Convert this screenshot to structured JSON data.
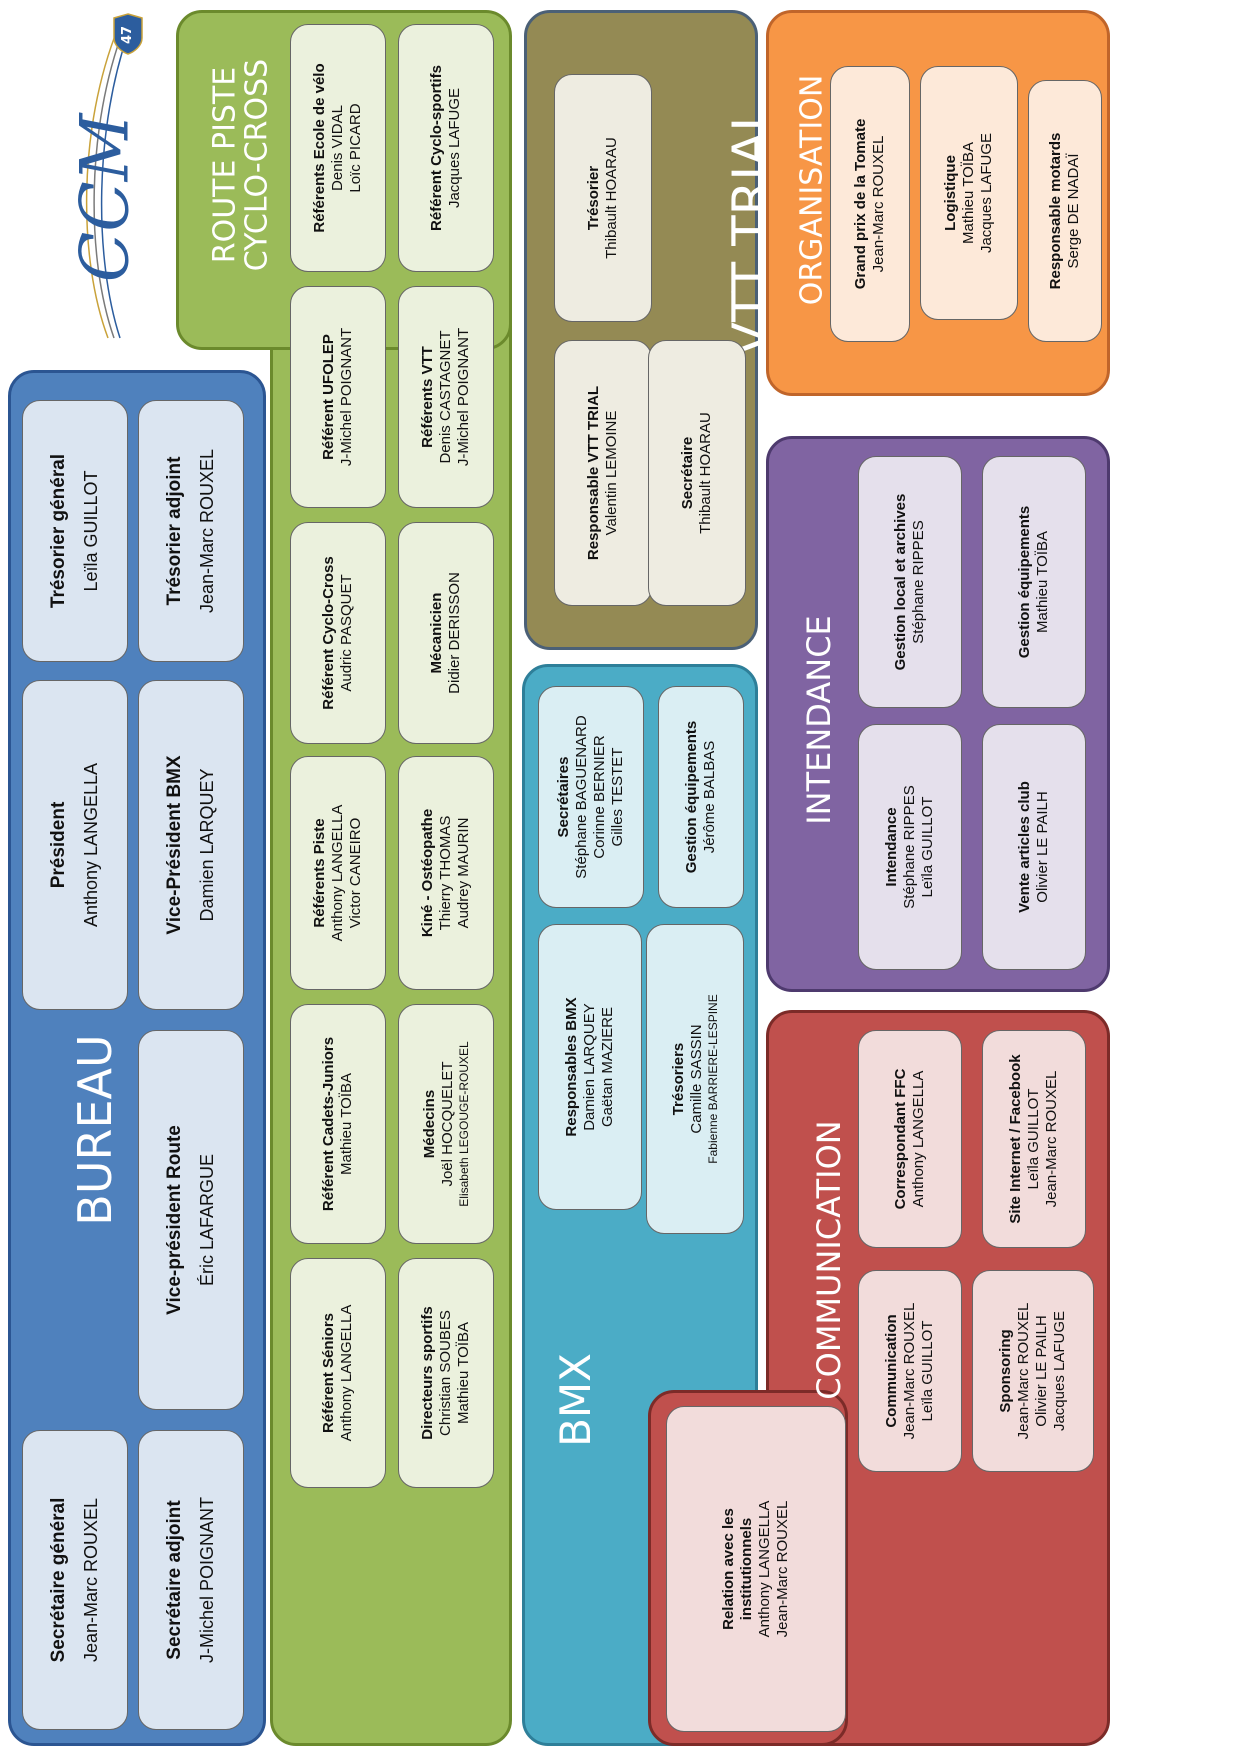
{
  "logo": {
    "text": "CCM",
    "badge": "47"
  },
  "bureau": {
    "title": "BUREAU",
    "cards": [
      {
        "title": "Secrétaire général",
        "names": [
          "Jean-Marc ROUXEL"
        ]
      },
      {
        "title": "Secrétaire adjoint",
        "names": [
          "J-Michel POIGNANT"
        ]
      },
      {
        "title": "Vice-président Route",
        "names": [
          "Éric LAFARGUE"
        ]
      },
      {
        "title": "Président",
        "names": [
          "Anthony LANGELLA"
        ]
      },
      {
        "title": "Vice-Président BMX",
        "names": [
          "Damien LARQUEY"
        ]
      },
      {
        "title": "Trésorier général",
        "names": [
          "Leïla GUILLOT"
        ]
      },
      {
        "title": "Trésorier adjoint",
        "names": [
          "Jean-Marc ROUXEL"
        ]
      }
    ]
  },
  "route": {
    "title_line1": "ROUTE  PISTE",
    "title_line2": "CYCLO-CROSS",
    "cards": [
      {
        "title": "Référents Ecole de vélo",
        "names": [
          "Denis VIDAL",
          "Loïc PICARD"
        ]
      },
      {
        "title": "Référent Cyclo-sportifs",
        "names": [
          "Jacques LAFUGE"
        ]
      },
      {
        "title": "Référent UFOLEP",
        "names": [
          "J-Michel POIGNANT"
        ]
      },
      {
        "title": "Référents VTT",
        "names": [
          "Denis CASTAGNET",
          "J-Michel POIGNANT"
        ]
      },
      {
        "title": "Référent Cyclo-Cross",
        "names": [
          "Audric PASQUET"
        ]
      },
      {
        "title": "Mécanicien",
        "names": [
          "Didier DERISSON"
        ]
      },
      {
        "title": "Référents Piste",
        "names": [
          "Anthony LANGELLA",
          "Victor CANEIRO"
        ]
      },
      {
        "title": "Kiné - Ostéopathe",
        "names": [
          "Thierry THOMAS",
          "Audrey MAURIN"
        ]
      },
      {
        "title": "Référent Cadets-Juniors",
        "names": [
          "Mathieu TOÏBA"
        ]
      },
      {
        "title": "Médecins",
        "names": [
          "Joël HOCQUELET",
          "Elisabeth LEGOUGE-ROUXEL"
        ]
      },
      {
        "title": "Référent Séniors",
        "names": [
          "Anthony LANGELLA"
        ]
      },
      {
        "title": "Directeurs sportifs",
        "names": [
          "Christian SOUBES",
          "Mathieu TOÏBA"
        ]
      }
    ]
  },
  "vtt": {
    "title": "VTT TRIAL",
    "cards": [
      {
        "title": "Trésorier",
        "names": [
          "Thibault HOARAU"
        ]
      },
      {
        "title": "Responsable VTT TRIAL",
        "names": [
          "Valentin LEMOINE"
        ]
      },
      {
        "title": "Secrétaire",
        "names": [
          "Thibault HOARAU"
        ]
      }
    ]
  },
  "organisation": {
    "title": "ORGANISATION",
    "cards": [
      {
        "title": "Grand prix de la Tomate",
        "names": [
          "Jean-Marc ROUXEL"
        ]
      },
      {
        "title": "Logistique",
        "names": [
          "Mathieu TOÏBA",
          "Jacques LAFUGE"
        ]
      },
      {
        "title": "Responsable motards",
        "names": [
          "Serge DE NADAÏ"
        ]
      }
    ]
  },
  "bmx": {
    "title": "BMX",
    "cards": [
      {
        "title": "Secrétaires",
        "names": [
          "Stéphane BAGUENARD",
          "Corinne BERNIER",
          "Gilles TESTET"
        ]
      },
      {
        "title": "Gestion équipements",
        "names": [
          "Jérôme BALBAS"
        ]
      },
      {
        "title": "Responsables BMX",
        "names": [
          "Damien LARQUEY",
          "Gaëtan MAZIERE"
        ]
      },
      {
        "title": "Trésoriers",
        "names": [
          "Camille SASSIN",
          "Fabienne BARRIERE-LESPINE"
        ]
      }
    ]
  },
  "intendance": {
    "title": "INTENDANCE",
    "cards": [
      {
        "title": "Gestion local et archives",
        "names": [
          "Stéphane RIPPES"
        ]
      },
      {
        "title": "Gestion équipements",
        "names": [
          "Mathieu TOÏBA"
        ]
      },
      {
        "title": "Intendance",
        "names": [
          "Stéphane RIPPES",
          "Leïla GUILLOT"
        ]
      },
      {
        "title": "Vente articles club",
        "names": [
          "Olivier LE PAILH"
        ]
      }
    ]
  },
  "communication": {
    "title": "COMMUNICATION",
    "cards": [
      {
        "title": "Correspondant FFC",
        "names": [
          "Anthony LANGELLA"
        ]
      },
      {
        "title": "Site Internet / Facebook",
        "names": [
          "Leïla GUILLOT",
          "Jean-Marc ROUXEL"
        ]
      },
      {
        "title": "Relation avec les institutionnels",
        "names": [
          "Anthony LANGELLA",
          "Jean-Marc ROUXEL"
        ]
      },
      {
        "title": "Communication",
        "names": [
          "Jean-Marc ROUXEL",
          "Leïla GUILLOT"
        ]
      },
      {
        "title": "Sponsoring",
        "names": [
          "Jean-Marc ROUXEL",
          "Olivier LE PAILH",
          "Jacques LAFUGE"
        ]
      }
    ]
  }
}
